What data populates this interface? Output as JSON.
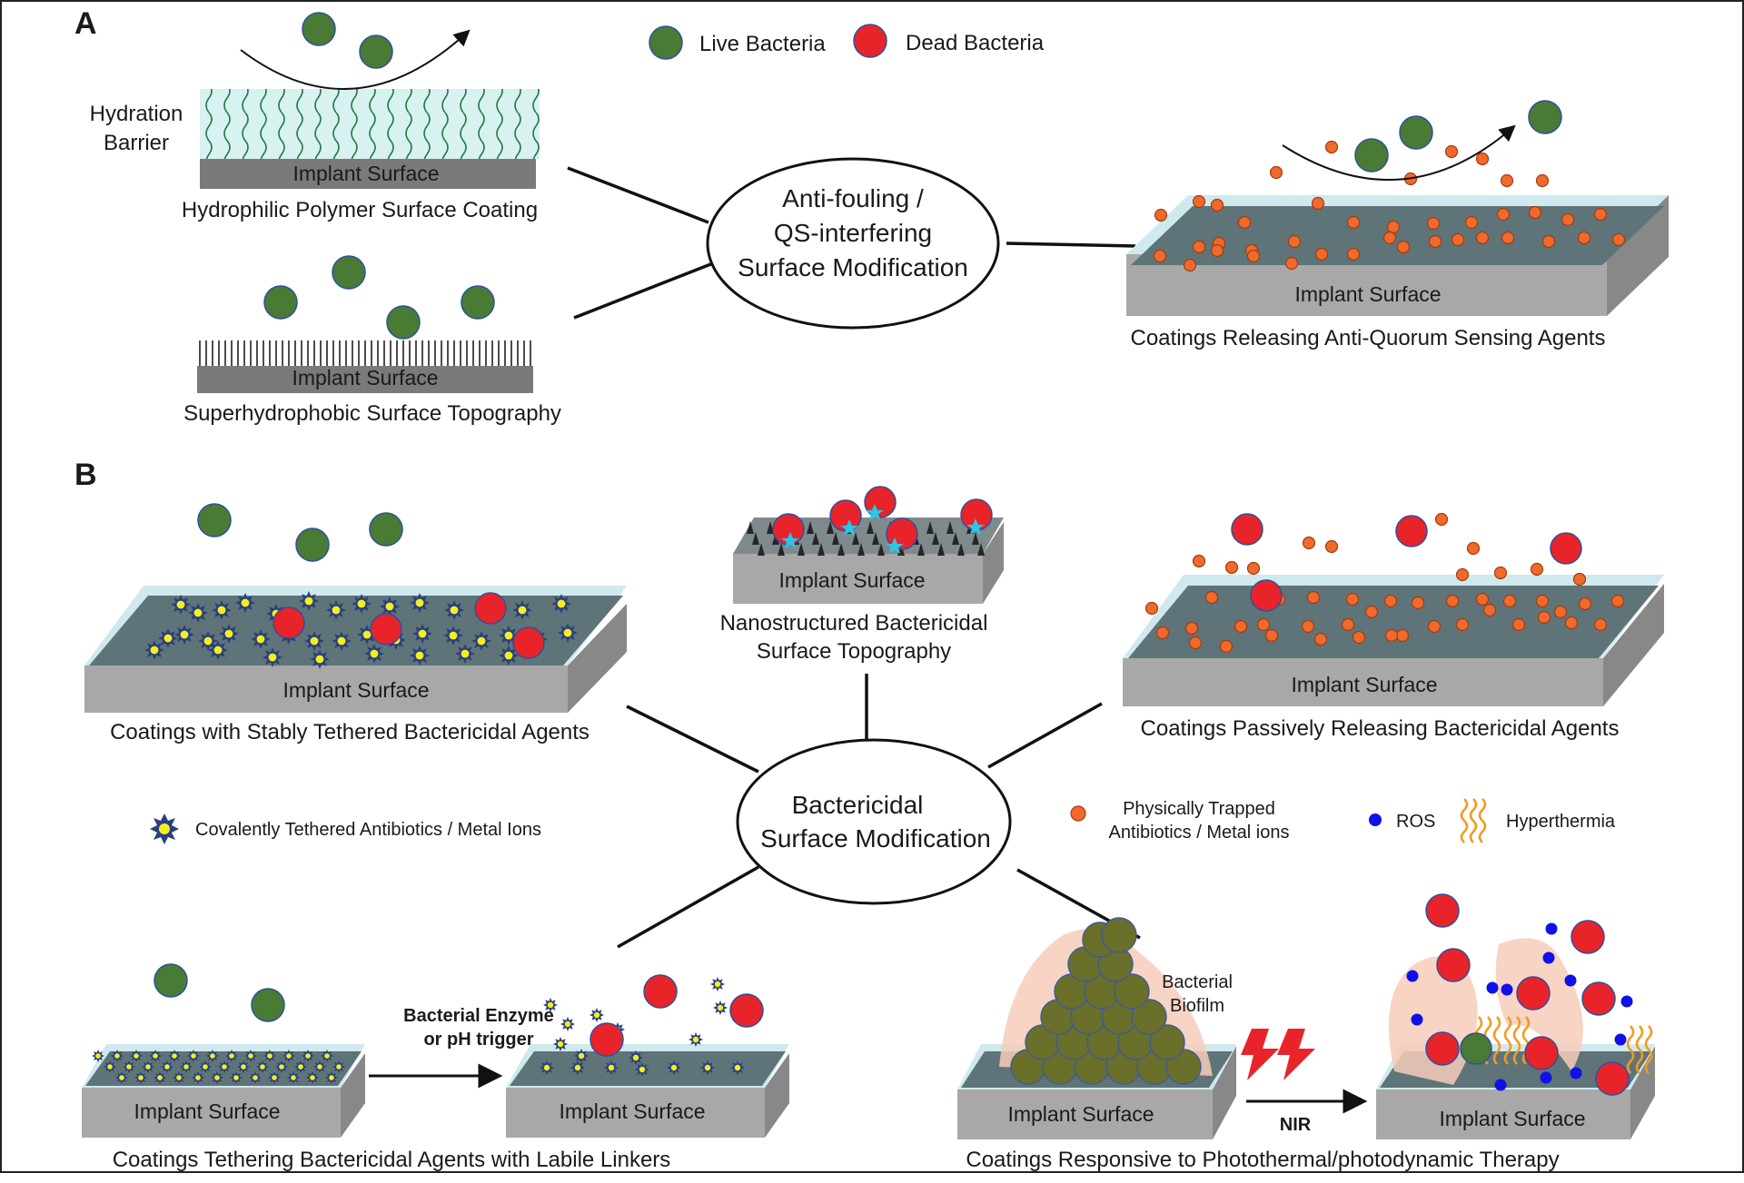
{
  "panel_a": {
    "letter": "A",
    "center": {
      "line1": "Anti-fouling /",
      "line2": "QS-interfering",
      "line3": "Surface Modification"
    },
    "legend": {
      "live": "Live Bacteria",
      "dead": "Dead Bacteria"
    },
    "hydration_label": {
      "line1": "Hydration",
      "line2": "Barrier"
    },
    "surface_label": "Implant Surface",
    "hydrophilic_caption": "Hydrophilic Polymer Surface Coating",
    "superhydrophobic_caption": "Superhydrophobic Surface Topography",
    "quorum_caption": "Coatings Releasing Anti-Quorum Sensing Agents"
  },
  "panel_b": {
    "letter": "B",
    "center": {
      "line1": "Bactericidal",
      "line2": "Surface Modification"
    },
    "surface_label": "Implant Surface",
    "tethered_caption": "Coatings with Stably Tethered Bactericidal Agents",
    "nano_caption": {
      "line1": "Nanostructured Bactericidal",
      "line2": "Surface Topography"
    },
    "passive_caption": "Coatings Passively Releasing Bactericidal Agents",
    "labile_caption": "Coatings Tethering Bactericidal Agents with Labile Linkers",
    "photo_caption": "Coatings Responsive to Photothermal/photodynamic Therapy",
    "legend": {
      "tethered": "Covalently Tethered Antibiotics / Metal Ions",
      "trapped_line1": "Physically Trapped",
      "trapped_line2": "Antibiotics / Metal ions",
      "ros": "ROS",
      "hyperthermia": "Hyperthermia"
    },
    "trigger": {
      "line1": "Bacterial Enzyme",
      "line2": "or pH trigger"
    },
    "biofilm": {
      "line1": "Bacterial",
      "line2": "Biofilm"
    },
    "nir": "NIR"
  },
  "colors": {
    "live_bacteria": "#4a7b34",
    "dead_bacteria": "#e8242a",
    "agent_particle": "#ef6a2b",
    "tethered_star": "#2a3f7e",
    "tethered_core": "#f5ee1f",
    "surface_top": "#5e7479",
    "surface_side": "#9a9a9a",
    "biofilm_cell": "#6a6f2a",
    "ros": "#1010e8",
    "hyperthermia": "#f39a1c",
    "lightning": "#e8242a"
  },
  "icons": [
    "live-bacterium-icon",
    "dead-bacterium-icon",
    "agent-particle-icon",
    "tethered-agent-star-icon",
    "ros-dot-icon",
    "hyperthermia-wave-icon",
    "lightning-icon",
    "arrow-icon"
  ]
}
